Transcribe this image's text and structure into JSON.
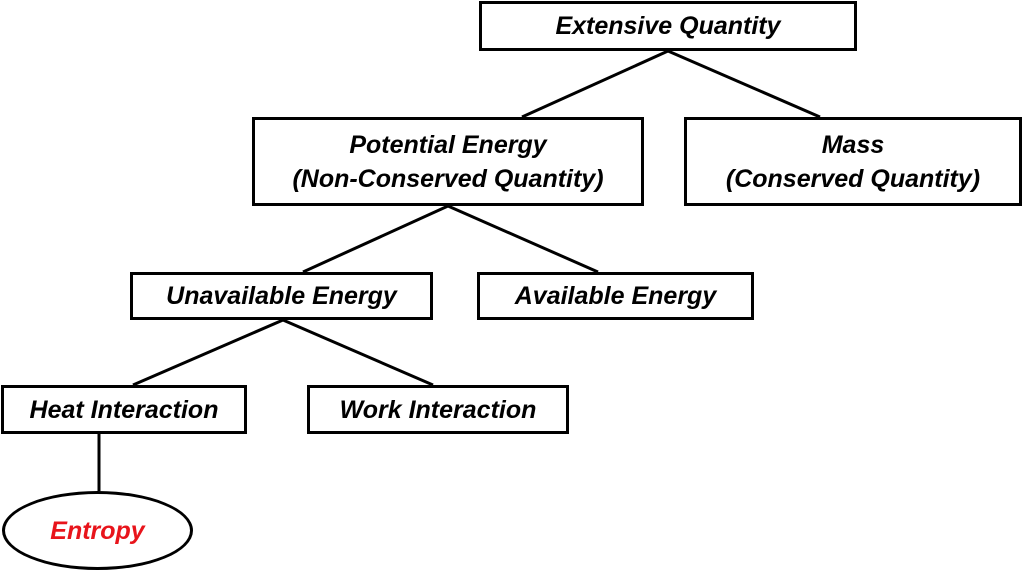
{
  "diagram": {
    "nodes": {
      "extensive": {
        "text": "Extensive Quantity"
      },
      "potential": {
        "line1": "Potential Energy",
        "line2": "(Non-Conserved Quantity)"
      },
      "mass": {
        "line1": "Mass",
        "line2": "(Conserved Quantity)"
      },
      "unavailable": {
        "text": "Unavailable Energy"
      },
      "available": {
        "text": "Available Energy"
      },
      "heat": {
        "text": "Heat Interaction"
      },
      "work": {
        "text": "Work Interaction"
      },
      "entropy": {
        "text": "Entropy",
        "color": "#e8141b"
      }
    },
    "edges": [
      {
        "from": "extensive",
        "to": "potential"
      },
      {
        "from": "extensive",
        "to": "mass"
      },
      {
        "from": "potential",
        "to": "unavailable"
      },
      {
        "from": "potential",
        "to": "available"
      },
      {
        "from": "unavailable",
        "to": "heat"
      },
      {
        "from": "unavailable",
        "to": "work"
      },
      {
        "from": "heat",
        "to": "entropy"
      }
    ]
  }
}
